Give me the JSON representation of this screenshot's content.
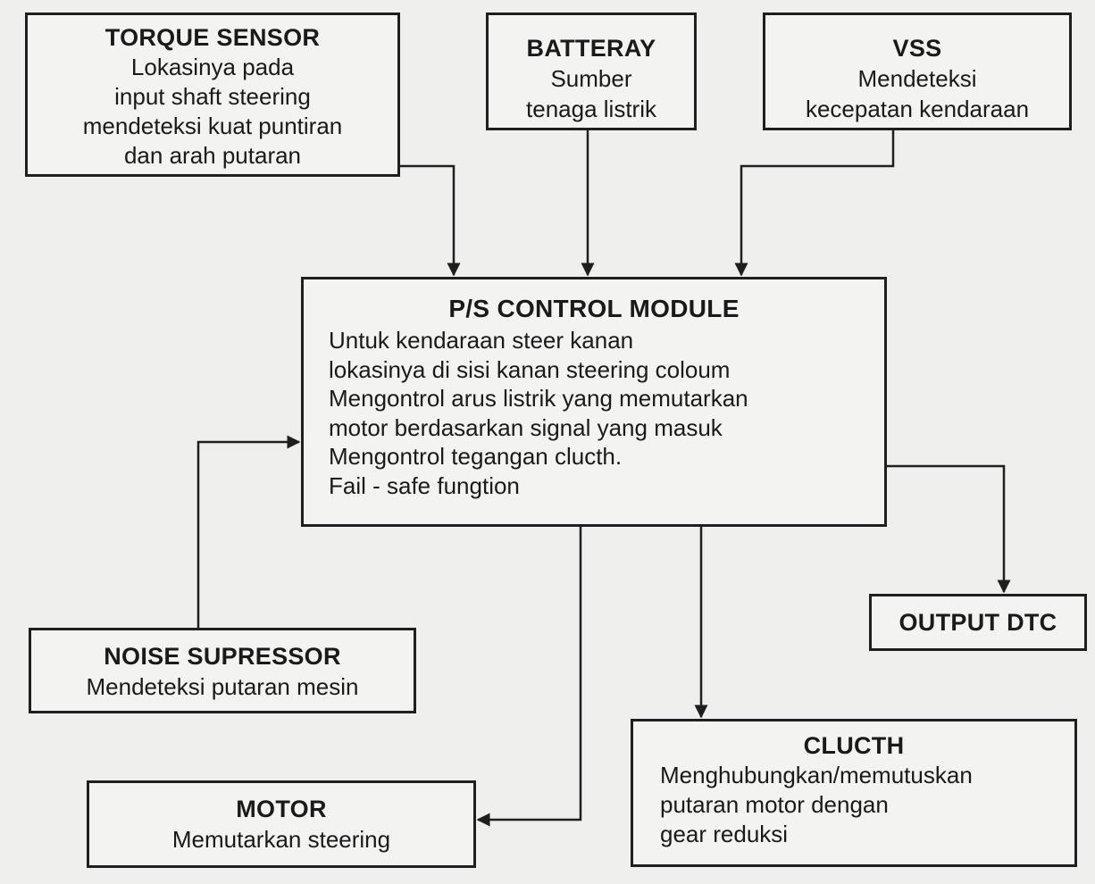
{
  "torque_sensor": {
    "title": "TORQUE SENSOR",
    "lines": [
      "Lokasinya pada",
      "input shaft steering",
      "mendeteksi kuat puntiran",
      "dan arah putaran"
    ]
  },
  "battery": {
    "title": "BATTERAY",
    "lines": [
      "Sumber",
      "tenaga listrik"
    ]
  },
  "vss": {
    "title": "VSS",
    "lines": [
      "Mendeteksi",
      "kecepatan kendaraan"
    ]
  },
  "control_module": {
    "title": "P/S CONTROL MODULE",
    "lines": [
      "Untuk kendaraan steer kanan",
      "lokasinya di sisi kanan steering coloum",
      "Mengontrol arus listrik yang memutarkan",
      "motor berdasarkan signal yang masuk",
      "Mengontrol tegangan clucth.",
      "Fail - safe fungtion"
    ]
  },
  "output_dtc": {
    "title": "OUTPUT DTC"
  },
  "noise_suppressor": {
    "title": "NOISE SUPRESSOR",
    "lines": [
      "Mendeteksi putaran mesin"
    ]
  },
  "motor": {
    "title": "MOTOR",
    "lines": [
      "Memutarkan steering"
    ]
  },
  "clutch": {
    "title": "CLUCTH",
    "lines": [
      "Menghubungkan/memutuskan",
      "putaran motor dengan",
      "gear reduksi"
    ]
  },
  "colors": {
    "background": "#efefed",
    "box_fill": "#f3f3f1",
    "line": "#1f1f1f",
    "text": "#1a1a1a"
  }
}
